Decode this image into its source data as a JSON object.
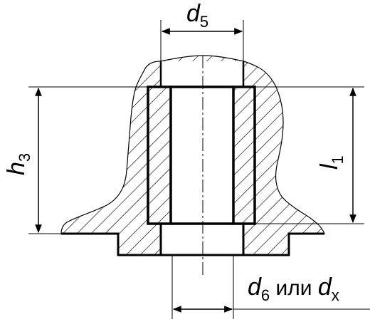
{
  "labels": {
    "d5": {
      "symbol": "d",
      "subscript": "5"
    },
    "h3": {
      "symbol": "h",
      "subscript": "3"
    },
    "l1": {
      "symbol": "l",
      "subscript": "1"
    },
    "d6_or_dx": {
      "symbol": "d",
      "subscript": "6",
      "connector": " или ",
      "symbol2": "d",
      "subscript2": "x"
    }
  },
  "colors": {
    "line": "#000000",
    "background": "#ffffff"
  }
}
